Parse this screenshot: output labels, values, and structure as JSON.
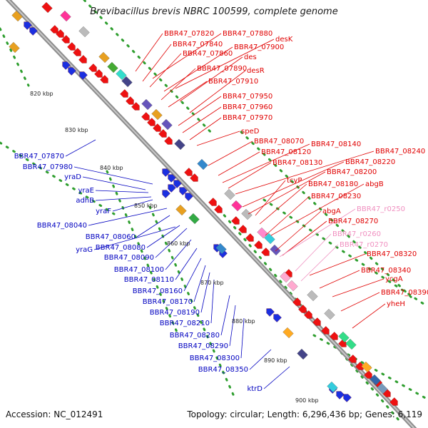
{
  "title": "Brevibacillus brevis NBRC 100599, complete genome",
  "footer": {
    "accession": "Accession: NC_012491",
    "topology": "Topology: circular; Length: 6,296,436 bp; Genes: 6,119"
  },
  "colors": {
    "backbone": "#a6a6a6",
    "forward_gene_label": "#e00000",
    "reverse_gene_label": "#0000c0",
    "rna_label": "#f090c0",
    "kbp_dots": "#2e9e2e",
    "forward_arrow": "#ee1111",
    "reverse_arrow": "#1b2fe0"
  },
  "scale_labels": [
    "820 kbp",
    "830 kbp",
    "840 kbp",
    "850 kbp",
    "860 kbp",
    "870 kbp",
    "880 kbp",
    "890 kbp",
    "900 kbp"
  ],
  "labels_right_red": [
    "BBR47_07820",
    "BBR47_07880",
    "desK",
    "BBR47_07840",
    "BBR47_07900",
    "BBR47_07860",
    "des",
    "BBR47_07890",
    "desR",
    "BBR47_07910",
    "BBR47_07950",
    "BBR47_07960",
    "BBR47_07970",
    "speD",
    "BBR47_08070",
    "BBR47_08140",
    "BBR47_08240",
    "BBR47_08120",
    "BBR47_08220",
    "BBR47_08130",
    "BBR47_08200",
    "tcyP",
    "BBR47_08180",
    "abgB",
    "BBR47_08230",
    "abgA",
    "BBR47_08270",
    "BBR47_08320",
    "BBR47_08340",
    "ycgA",
    "BBR47_08390",
    "yheH"
  ],
  "labels_right_pink": [
    "BBR47_r0250",
    "BBR47_r0260",
    "BBR47_r0270"
  ],
  "labels_left_blue": [
    "BBR47_07870",
    "BBR47_07980",
    "yraD",
    "yraE",
    "adhB",
    "yraF",
    "BBR47_08040",
    "BBR47_08060",
    "yraG",
    "BBR47_08080",
    "BBR47_08090",
    "BBR47_08100",
    "BBR47_08110",
    "BBR47_08160",
    "BBR47_08170",
    "BBR47_08190",
    "BBR47_08210",
    "BBR47_08280",
    "BBR47_08290",
    "BBR47_08300",
    "BBR47_08350",
    "ktrD"
  ]
}
